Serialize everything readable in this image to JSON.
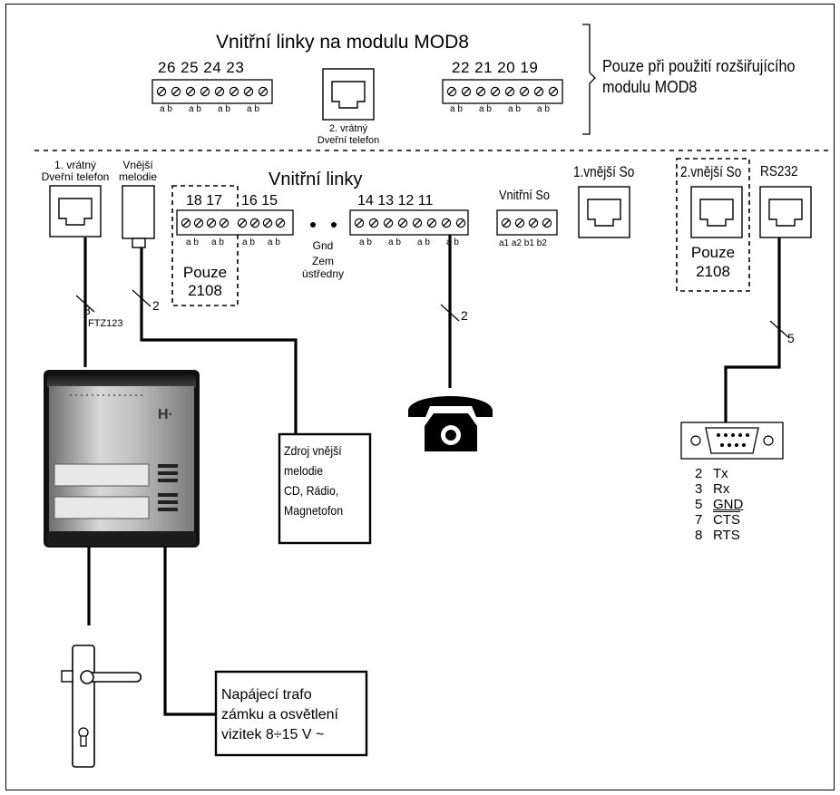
{
  "mod8": {
    "title": "Vnitřní linky na modulu MOD8",
    "note_line1": "Pouze při použití rozšiřujícího",
    "note_line2": "modulu MOD8",
    "left_block_numbers": "26 25 24 23",
    "right_block_numbers": "22 21 20 19",
    "ab_label": "a b",
    "porter2_line1": "2. vrátný",
    "porter2_line2": "Dveřní telefon"
  },
  "ports": {
    "porter1_line1": "1. vrátný",
    "porter1_line2": "Dveřní telefon",
    "melody_line1": "Vnější",
    "melody_line2": "melodie",
    "internal_lines_title": "Vnitřní linky",
    "block_18_17": "18 17",
    "block_16_15": "16 15",
    "block_14_11": "14 13 12 11",
    "only2108_line1": "Pouze",
    "only2108_line2": "2108",
    "gnd": "Gnd",
    "earth_line1": "Zem",
    "earth_line2": "ústředny",
    "internal_so": "Vnitřní So",
    "internal_so_pins": "a1 a2  b1 b2",
    "external_so1": "1.vnější So",
    "external_so2": "2.vnější So",
    "rs232": "RS232"
  },
  "wires": {
    "porter_count": "8",
    "porter_cable": "FTZ123",
    "melody_count": "2",
    "phone_count": "2",
    "rs232_count": "5"
  },
  "boxes": {
    "melody_source": [
      "Zdroj vnější",
      "melodie",
      "CD, Rádio,",
      "Magnetofon"
    ],
    "transformer": [
      "Napájecí trafo",
      "zámku a osvětlení",
      "vizitek 8÷15 V ~"
    ]
  },
  "pinout": [
    {
      "num": "2",
      "label": "Tx"
    },
    {
      "num": "3",
      "label": "Rx"
    },
    {
      "num": "5",
      "label": "GND"
    },
    {
      "num": "7",
      "label": "CTS"
    },
    {
      "num": "8",
      "label": "RTS"
    }
  ],
  "door_panel": {
    "mark": "H·"
  }
}
